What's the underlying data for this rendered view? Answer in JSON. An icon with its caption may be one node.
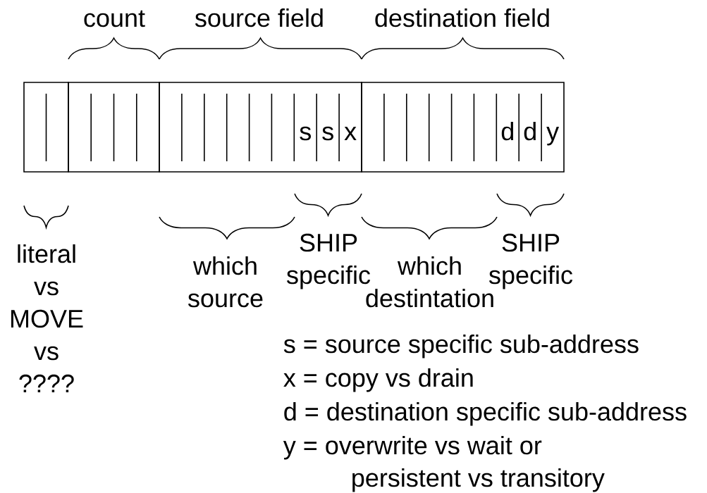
{
  "diagram": {
    "nodes": [
      {
        "text": [],
        "shape": "box"
      },
      {
        "text": [],
        "shape": "box"
      },
      {
        "text": [
          "s",
          "s",
          "x"
        ]
      },
      {
        "text": [
          "d",
          "d",
          "y"
        ]
      }
    ],
    "labels": [
      "count",
      "source field",
      "destination field",
      "literal vs MOVE vs ????",
      "which source",
      "SHIP specific",
      "which destintation",
      "SHIP specific",
      "s = source specific sub-address",
      "x = copy vs drain",
      "d = destination specific sub-address",
      "y = overwrite vs wait or persistent vs transitory"
    ]
  }
}
